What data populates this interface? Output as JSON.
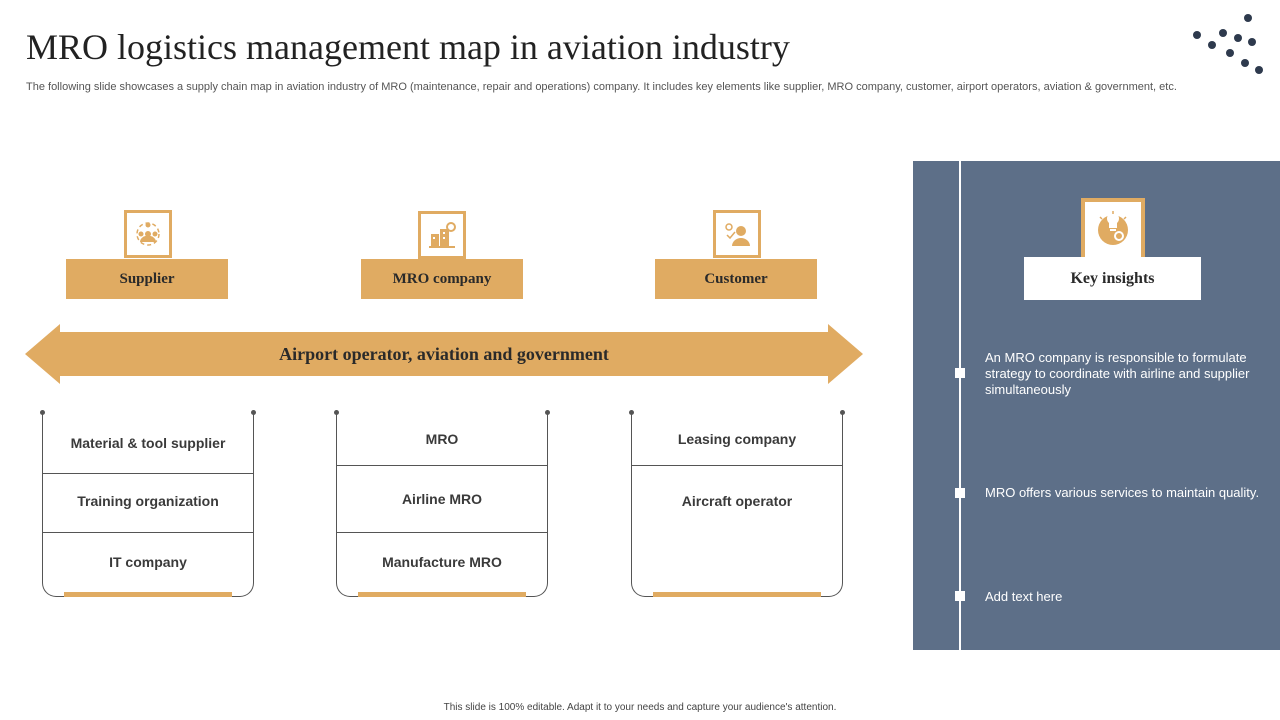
{
  "title": "MRO logistics  management map in aviation  industry",
  "subtitle": "The following slide showcases a supply chain map in aviation industry of MRO  (maintenance, repair and operations) company. It includes key elements like supplier, MRO company, customer, airport operators, aviation & government, etc.",
  "colors": {
    "accent": "#e0ab62",
    "panel": "#5d6f88",
    "dots": "#2e3a4d"
  },
  "categories": [
    {
      "label": "Supplier",
      "icon": "network-people-icon",
      "items": [
        "Material & tool supplier",
        "Training organization",
        "IT company"
      ]
    },
    {
      "label": "MRO company",
      "icon": "factory-building-icon",
      "items": [
        "MRO",
        "Airline MRO",
        "Manufacture MRO"
      ]
    },
    {
      "label": "Customer",
      "icon": "customer-person-icon",
      "items": [
        "Leasing company",
        "Aircraft operator",
        ""
      ]
    }
  ],
  "arrow_label": "Airport operator, aviation and government",
  "insights": {
    "heading": "Key insights",
    "icon": "lightbulb-gear-icon",
    "points": [
      "An MRO company is responsible to formulate strategy to coordinate with airline and supplier simultaneously",
      "MRO offers various services to maintain quality.",
      "Add text here"
    ]
  },
  "footer": "This slide is 100% editable.  Adapt it to your needs and capture your audience's attention."
}
